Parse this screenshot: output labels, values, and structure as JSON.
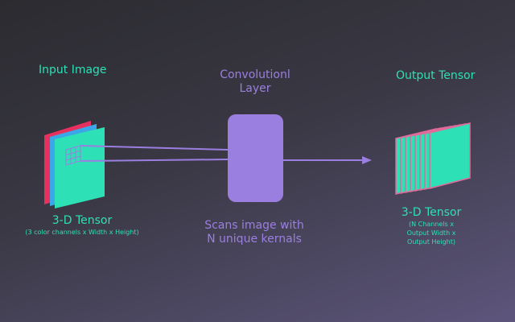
{
  "input": {
    "title": "Input Image",
    "tensor_label": "3-D Tensor",
    "tensor_detail": "(3 color channels x Width x Height)"
  },
  "layer": {
    "title_line1": "Convolutionl",
    "title_line2": "Layer",
    "desc_line1": "Scans image with",
    "desc_line2": "N unique kernals"
  },
  "output": {
    "title": "Output Tensor",
    "tensor_label": "3-D Tensor",
    "detail_line1": "(N Channels x",
    "detail_line2": "Output Width x",
    "detail_line3": "Output Height)"
  },
  "colors": {
    "teal": "#2ee0b5",
    "purple": "#9b7fe0",
    "red": "#e8305e",
    "blue": "#3aa8e8",
    "pink": "#e06a9a"
  }
}
